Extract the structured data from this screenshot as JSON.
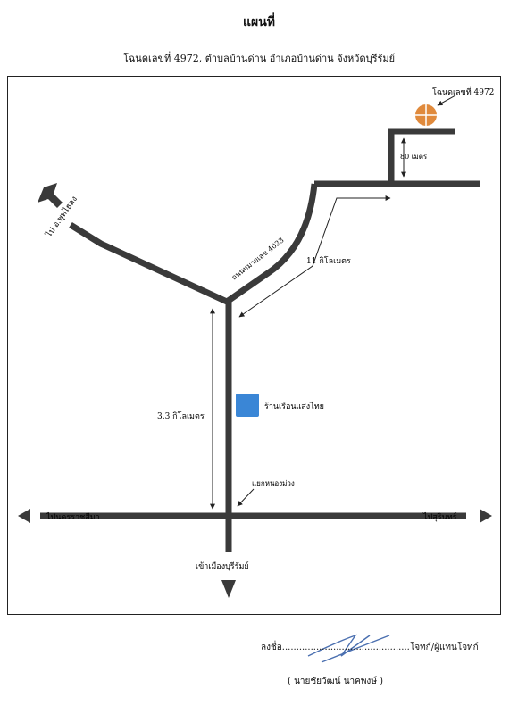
{
  "title": "แผนที่",
  "subtitle": "โฉนดเลขที่  4972,         ตำบลบ้านด่าน  อำเภอบ้านด่าน  จังหวัดบุรีรัมย์",
  "map": {
    "plot_label": "โฉนดเลขที่ 4972",
    "dist_80m": "80 เมตร",
    "road_4023": "ถนนหมายเลข 4023",
    "dist_11km": "11  กิโลเมตร",
    "to_phutthaisong": "ไป อ.พุทไธสง",
    "shop_label": "ร้านเรือนแสงไทย",
    "dist_3_3km": "3.3 กิโลเมตร",
    "intersection": "แยกหนองม่วง",
    "to_nakhonratchasima": "ไปนครราชสีมา",
    "to_surin": "ไปสุรินทร์",
    "to_buriram_city": "เข้าเมืองบุรีรัมย์",
    "colors": {
      "road": "#3a3a3a",
      "plot_marker": "#e08a3c",
      "shop_marker": "#3a86d6"
    },
    "icons": [
      "plot-marker-icon",
      "shop-marker-icon",
      "arrow-left-icon",
      "arrow-right-icon",
      "arrow-down-icon",
      "arrow-upleft-icon"
    ]
  },
  "signature": {
    "line": "ลงชื่อ.............................................โจทก์/ผู้แทนโจทก์",
    "name": "( นายชัยวัฒน์  นาคพงษ์ )"
  }
}
